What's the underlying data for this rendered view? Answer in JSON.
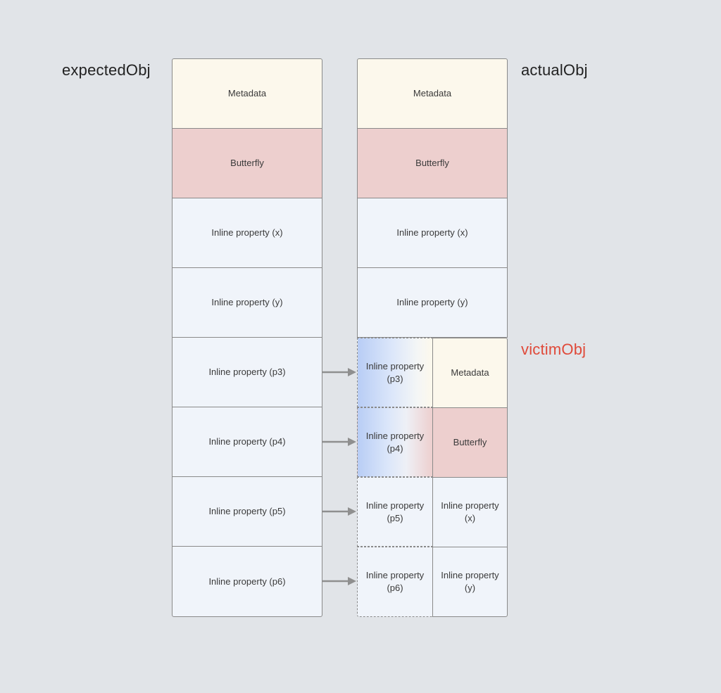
{
  "labels": {
    "expected": "expectedObj",
    "actual": "actualObj",
    "victim": "victimObj"
  },
  "expected_obj": {
    "cells": [
      "Metadata",
      "Butterfly",
      "Inline property (x)",
      "Inline property (y)",
      "Inline property (p3)",
      "Inline property (p4)",
      "Inline property (p5)",
      "Inline property (p6)"
    ]
  },
  "actual_obj": {
    "cells": [
      "Metadata",
      "Butterfly",
      "Inline property (x)",
      "Inline property (y)"
    ],
    "overflow_cells": [
      "Inline property (p3)",
      "Inline property (p4)",
      "Inline property (p5)",
      "Inline property (p6)"
    ]
  },
  "victim_obj": {
    "cells": [
      "Metadata",
      "Butterfly",
      "Inline property (x)",
      "Inline property (y)"
    ]
  },
  "colors": {
    "background": "#e1e4e8",
    "metadata": "#fcf8ec",
    "butterfly": "#edcfce",
    "inline": "#f0f4fa",
    "victim_label": "#e04a3a",
    "overlap_gradient": "#b8cdf5"
  }
}
